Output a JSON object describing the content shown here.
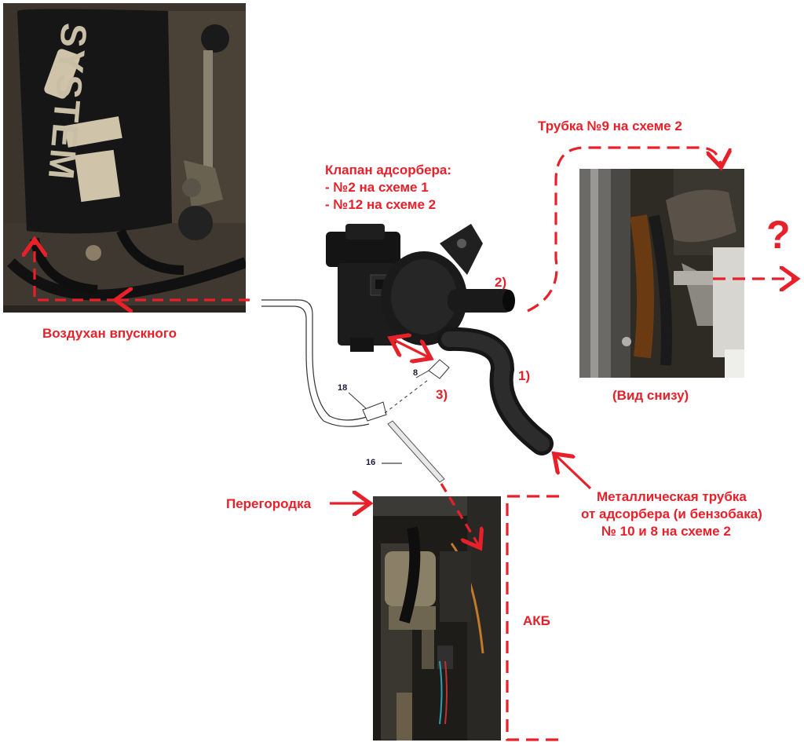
{
  "labels": {
    "valve_title": "Клапан адсорбера:",
    "valve_line1": " - №2 на схеме 1",
    "valve_line2": " - №12 на схеме 2",
    "tube9": "Трубка  №9 на схеме 2",
    "intake": "Воздухан впускного",
    "bottom_view": "(Вид снизу)",
    "question": "?",
    "partition": "Перегородка",
    "metal_line1": "Металлическая трубка",
    "metal_line2": "от адсорбера (и бензобака)",
    "metal_line3": "№ 10 и 8 на схеме 2",
    "battery": "АКБ",
    "port1": "1)",
    "port2": "2)",
    "port3": "3)"
  },
  "part_numbers": {
    "p8": "8",
    "p16": "16",
    "p18": "18"
  },
  "photo_text": {
    "engine_logo": "SYSTEM"
  },
  "colors": {
    "annotation": "#e8202a",
    "background": "#ffffff"
  }
}
